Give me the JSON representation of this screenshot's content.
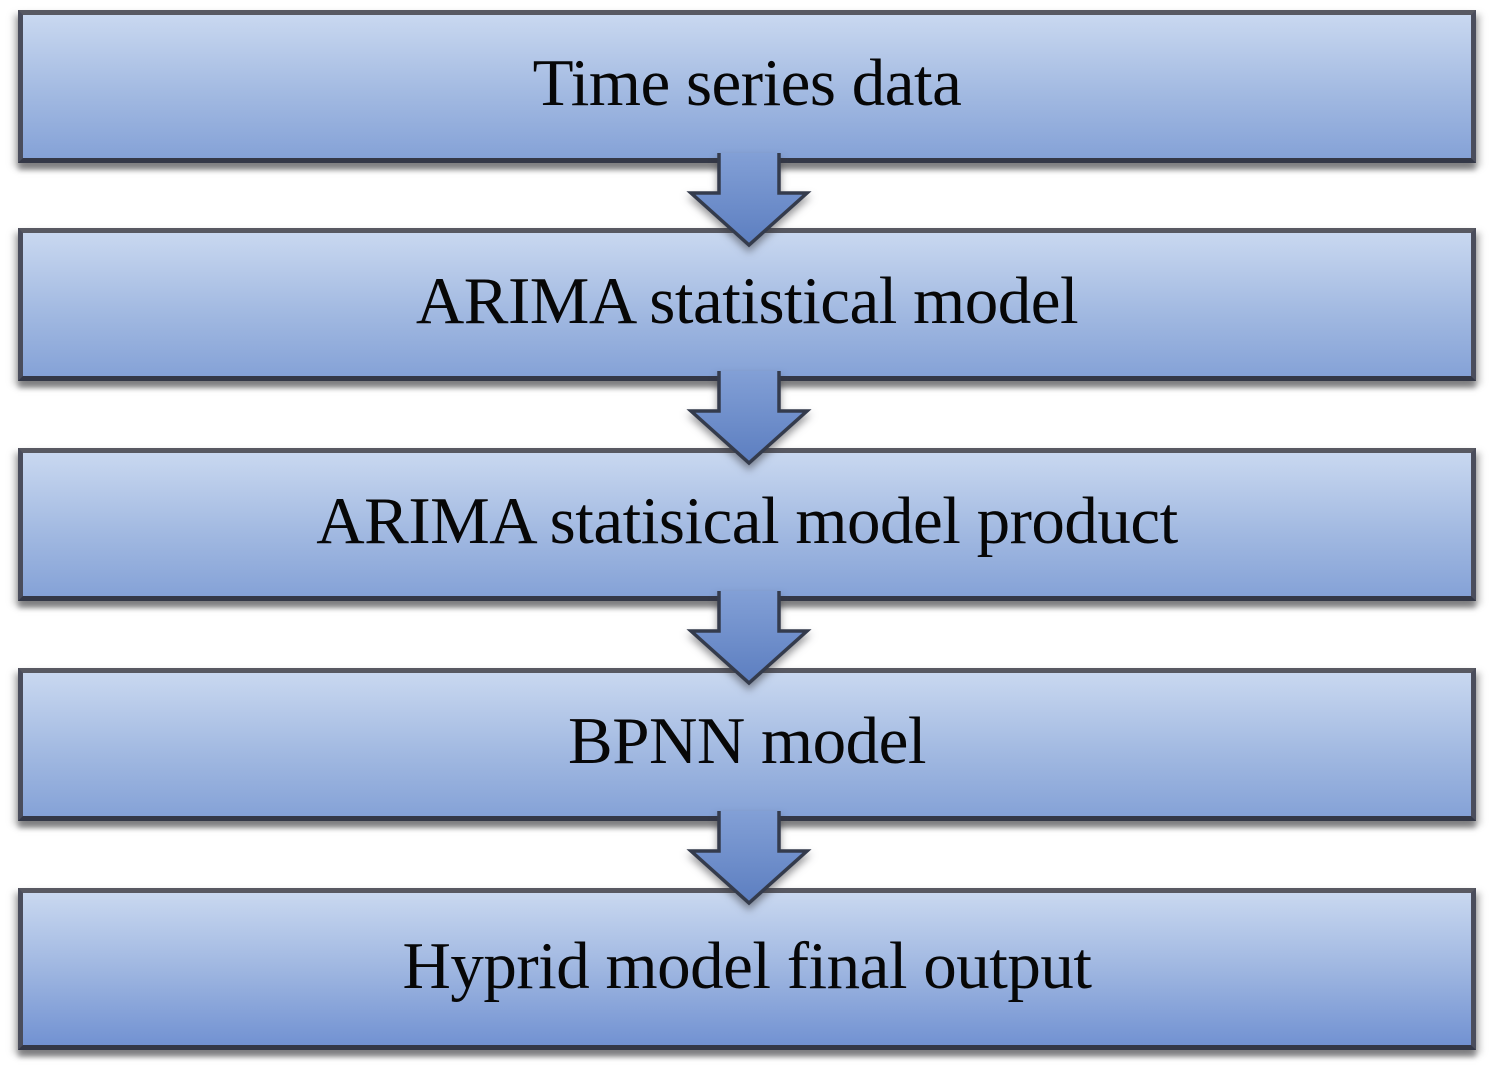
{
  "diagram": {
    "type": "flowchart",
    "direction": "top-down",
    "nodes": [
      {
        "id": "time-series-data",
        "label": "Time series data"
      },
      {
        "id": "arima-statistical-model",
        "label": "ARIMA statistical model"
      },
      {
        "id": "arima-statisical-model-product",
        "label": "ARIMA statisical model product"
      },
      {
        "id": "bpnn-model",
        "label": "BPNN model"
      },
      {
        "id": "hyprid-model-final-output",
        "label": "Hyprid model final output"
      }
    ],
    "connections": [
      {
        "from": "time-series-data",
        "to": "arima-statistical-model"
      },
      {
        "from": "arima-statistical-model",
        "to": "arima-statisical-model-product"
      },
      {
        "from": "arima-statisical-model-product",
        "to": "bpnn-model"
      },
      {
        "from": "bpnn-model",
        "to": "hyprid-model-final-output"
      }
    ],
    "colors": {
      "background": "#ffffff",
      "node_fill_top": "#c9d8f0",
      "node_fill_bottom": "#85a2d7",
      "node_border": "#4a4d5c",
      "arrow_fill_top": "#84a1d7",
      "arrow_fill_bottom": "#5c7ec0",
      "arrow_border": "#343b4c",
      "text": "#070707"
    }
  }
}
